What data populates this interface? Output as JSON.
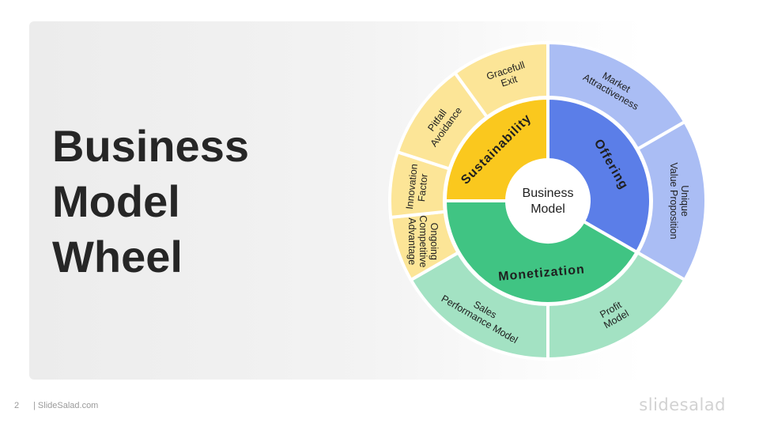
{
  "title": {
    "line1": "Business",
    "line2": "Model",
    "line3": "Wheel"
  },
  "wheel": {
    "center": {
      "line1": "Business",
      "line2": "Model"
    },
    "inner": [
      {
        "id": "sustainability",
        "label": "Sustainability",
        "color": "#FAC81E"
      },
      {
        "id": "offering",
        "label": "Offering",
        "color": "#5B7EE8"
      },
      {
        "id": "monetization",
        "label": "Monetization",
        "color": "#40C483"
      }
    ],
    "outer": [
      {
        "id": "market-attractiveness",
        "lines": [
          "Market",
          "Attractiveness"
        ],
        "color": "#AABDF4"
      },
      {
        "id": "unique-value-proposition",
        "lines": [
          "Unique",
          "Value Proposition"
        ],
        "color": "#AABDF4"
      },
      {
        "id": "profit-model",
        "lines": [
          "Profit",
          "Model"
        ],
        "color": "#A3E2C3"
      },
      {
        "id": "sales-performance-model",
        "lines": [
          "Sales",
          "Performance Model"
        ],
        "color": "#A3E2C3"
      },
      {
        "id": "ongoing-competitive-advantage",
        "lines": [
          "Ongoing",
          "Competitive",
          "Advantage"
        ],
        "color": "#FCE597"
      },
      {
        "id": "innovation-factor",
        "lines": [
          "Innovation",
          "Factor"
        ],
        "color": "#FCE597"
      },
      {
        "id": "pitfall-avoidance",
        "lines": [
          "Pitfall",
          "Avoidance"
        ],
        "color": "#FCE597"
      },
      {
        "id": "gracefull-exit",
        "lines": [
          "Gracefull",
          "Exit"
        ],
        "color": "#FCE597"
      }
    ]
  },
  "footer": {
    "page_number": "2",
    "site": "| SlideSalad.com",
    "brand": "slidesalad"
  }
}
